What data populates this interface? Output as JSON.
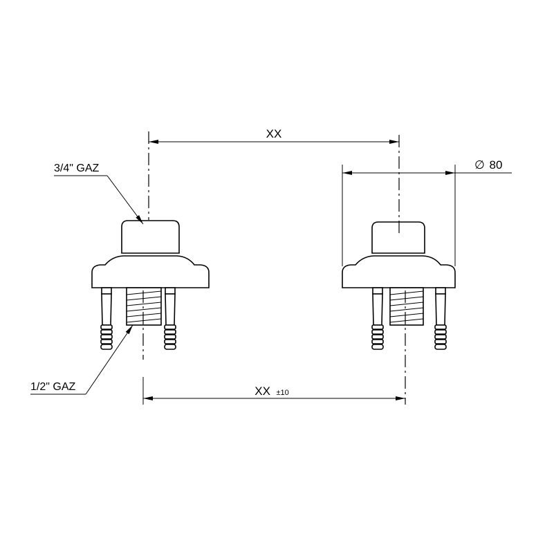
{
  "labels": {
    "top_dimension": "XX",
    "bottom_dimension": "XX",
    "bottom_tolerance": "±10",
    "diameter_symbol": "∅",
    "diameter_value": "80",
    "inlet_thread": "3/4\" GAZ",
    "outlet_thread": "1/2\" GAZ"
  },
  "colors": {
    "line": "#000000",
    "background": "#ffffff"
  }
}
